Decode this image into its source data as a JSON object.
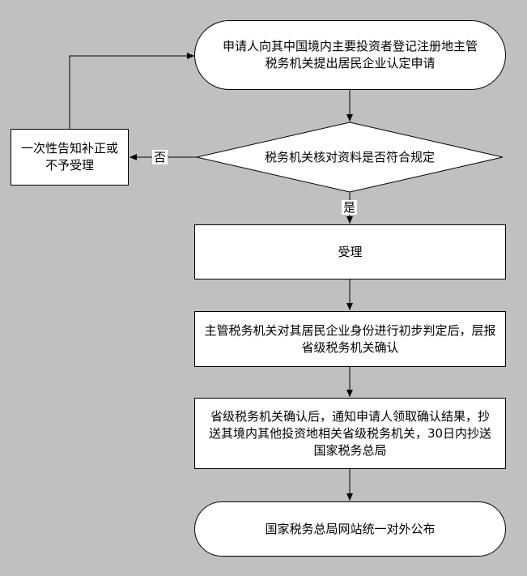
{
  "flowchart": {
    "start": "申请人向其中国境内主要投资者登记注册地主管税务机关提出居民企业认定申请",
    "decision": "税务机关核对资料是否符合规定",
    "no_label": "否",
    "no_result": "一次性告知补正或不予受理",
    "yes_label": "是",
    "step_accept": "受理",
    "step_initial_check": "主管税务机关对其居民企业身份进行初步判定后，层报省级税务机关确认",
    "step_confirm": "省级税务机关确认后，通知申请人领取确认结果，抄送其境内其他投资地相关省级税务机关，30日内抄送国家税务总局",
    "end": "国家税务总局网站统一对外公布"
  }
}
